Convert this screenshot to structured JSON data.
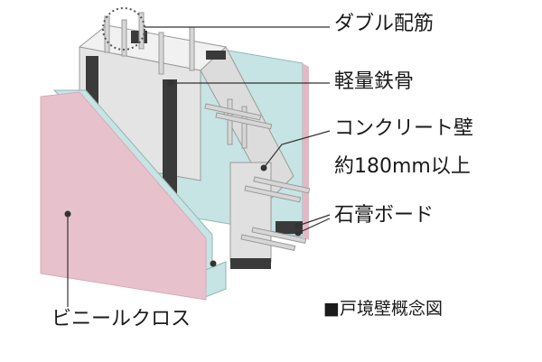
{
  "labels": {
    "double_rebar": "ダブル配筋",
    "light_steel": "軽量鉄骨",
    "concrete_wall": "コンクリート壁",
    "concrete_thickness": "約180mm以上",
    "gypsum_board": "石膏ボード",
    "vinyl_cloth": "ビニールクロス"
  },
  "caption": {
    "marker": "■",
    "text": "戸境壁概念図"
  },
  "colors": {
    "vinyl_cloth": "#e7c2cc",
    "vinyl_edge": "#d9a9b6",
    "gypsum_board": "#c6e4e3",
    "concrete": "#e4e4e4",
    "concrete_top": "#f1f1f1",
    "steel": "#3a3a3a",
    "rebar": "#d6d6d6",
    "callout_line": "#333333",
    "text": "#1a1a1a"
  }
}
